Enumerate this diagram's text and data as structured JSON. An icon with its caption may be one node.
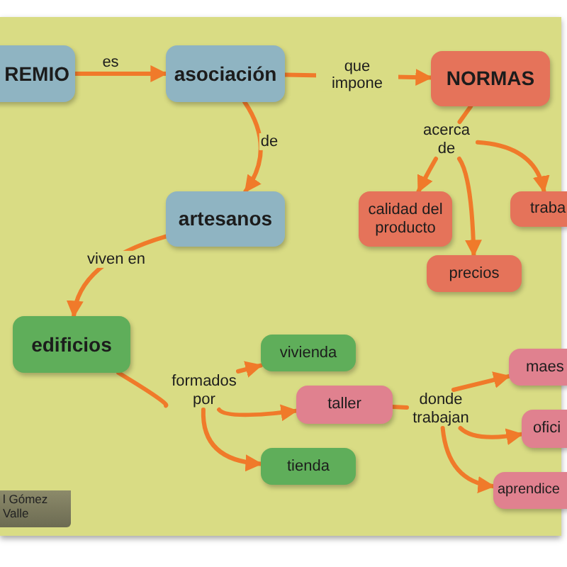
{
  "diagram": {
    "nodes": [
      {
        "text": [
          "REMIO"
        ]
      },
      {
        "text": [
          "asociación"
        ]
      },
      {
        "text": [
          "NORMAS"
        ]
      },
      {
        "text": [
          "artesanos"
        ]
      },
      {
        "text": [
          "acerca de"
        ]
      },
      {
        "text": [
          "calidad del producto"
        ]
      },
      {
        "text": [
          "traba"
        ]
      },
      {
        "text": [
          "precios"
        ]
      },
      {
        "text": [
          "edificios"
        ]
      },
      {
        "text": [
          "vivienda"
        ]
      },
      {
        "text": [
          "formados por"
        ]
      },
      {
        "text": [
          "taller"
        ]
      },
      {
        "text": [
          "donde trabajan"
        ]
      },
      {
        "text": [
          "maes"
        ]
      },
      {
        "text": [
          "ofici"
        ]
      },
      {
        "text": [
          "tienda"
        ]
      },
      {
        "text": [
          "aprendice"
        ]
      }
    ],
    "edges": [
      {
        "from": 0,
        "to": 1,
        "arrow": "to",
        "label": "es"
      },
      {
        "from": 1,
        "to": 2,
        "arrow": "to",
        "label": "que impone"
      },
      {
        "from": 1,
        "to": 3,
        "arrow": "to",
        "label": "de"
      },
      {
        "from": 3,
        "to": 8,
        "arrow": "to",
        "label": "viven en"
      },
      {
        "from": 2,
        "to": 4,
        "arrow": "none"
      },
      {
        "from": 4,
        "to": 5,
        "arrow": "to"
      },
      {
        "from": 4,
        "to": 6,
        "arrow": "to"
      },
      {
        "from": 4,
        "to": 7,
        "arrow": "to"
      },
      {
        "from": 8,
        "to": 10,
        "arrow": "none"
      },
      {
        "from": 10,
        "to": 9,
        "arrow": "to"
      },
      {
        "from": 10,
        "to": 11,
        "arrow": "to"
      },
      {
        "from": 10,
        "to": 15,
        "arrow": "to"
      },
      {
        "from": 11,
        "to": 12,
        "arrow": "none"
      },
      {
        "from": 12,
        "to": 13,
        "arrow": "to"
      },
      {
        "from": 12,
        "to": 14,
        "arrow": "to"
      },
      {
        "from": 12,
        "to": 16,
        "arrow": "to"
      }
    ],
    "labels": [
      "l Gómez Valle"
    ]
  }
}
